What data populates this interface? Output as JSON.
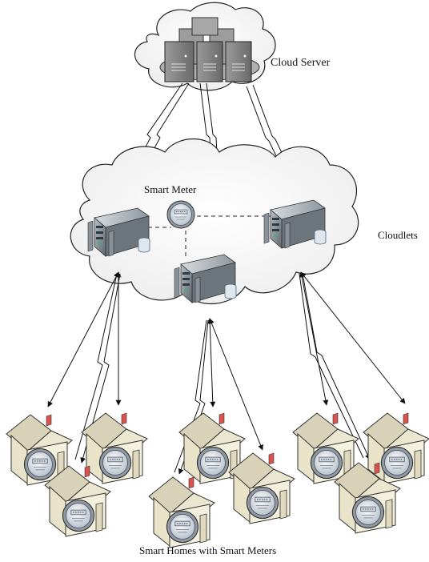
{
  "labels": {
    "cloud_server": "Cloud Server",
    "smart_meter": "Smart Meter",
    "cloudlets": "Cloudlets",
    "homes": "Smart Homes with Smart Meters"
  },
  "icons": {
    "server_rack": "server-rack-icon",
    "edge_server": "edge-server-icon",
    "smart_meter": "smart-meter-icon",
    "house": "house-icon",
    "cloud": "cloud-icon",
    "wireless_link": "wireless-link-icon"
  },
  "colors": {
    "cloud_fill": "#f7f7f7",
    "cloud_stroke": "#222222",
    "server_body": "#7d7d7d",
    "house_wall": "#f4f0de",
    "roof_flag": "#d9534f"
  }
}
